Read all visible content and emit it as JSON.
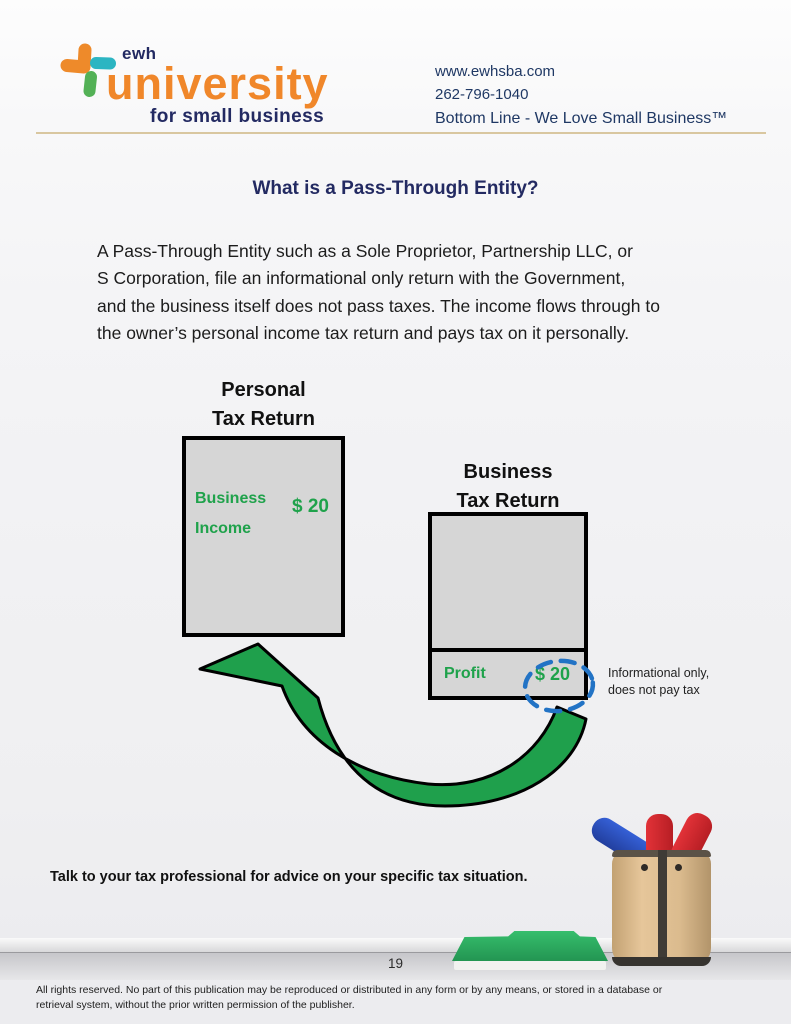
{
  "header": {
    "logo": {
      "ewh": "ewh",
      "university": "university",
      "tagline": "for small business"
    },
    "contact": {
      "website": "www.ewhsba.com",
      "phone": "262-796-1040",
      "slogan": "Bottom Line - We Love Small Business™"
    }
  },
  "title": "What is a Pass-Through Entity?",
  "intro": {
    "lines": [
      "A Pass-Through Entity such as a Sole Proprietor, Partnership LLC, or",
      "S Corporation, file an informational only return with the Government,",
      "and the business itself does not pass taxes. The income flows through to",
      "the owner’s personal income tax return and pays tax on it personally."
    ]
  },
  "diagram": {
    "personal": {
      "title_line1": "Personal",
      "title_line2": "Tax Return",
      "label_line1": "Business",
      "label_line2": "Income",
      "value": "$ 20"
    },
    "business": {
      "title_line1": "Business",
      "title_line2": "Tax Return",
      "label": "Profit",
      "value": "$ 20"
    },
    "annotation": {
      "line1": "Informational only,",
      "line2": "does not pay tax"
    },
    "colors": {
      "money_green": "#1FA24B",
      "arrow_green": "#1FA04C",
      "dashed_circle_blue": "#2273C5",
      "box_fill": "#D6D6D6",
      "box_border": "#000000"
    }
  },
  "advice": "Talk to your tax professional for advice on your specific tax situation.",
  "footer": {
    "page_number": "19",
    "copyright_lines": [
      "All rights reserved. No part of this publication may be reproduced or distributed in any form or by any means, or stored in a database or",
      "retrieval system, without the prior written permission of the publisher."
    ]
  }
}
